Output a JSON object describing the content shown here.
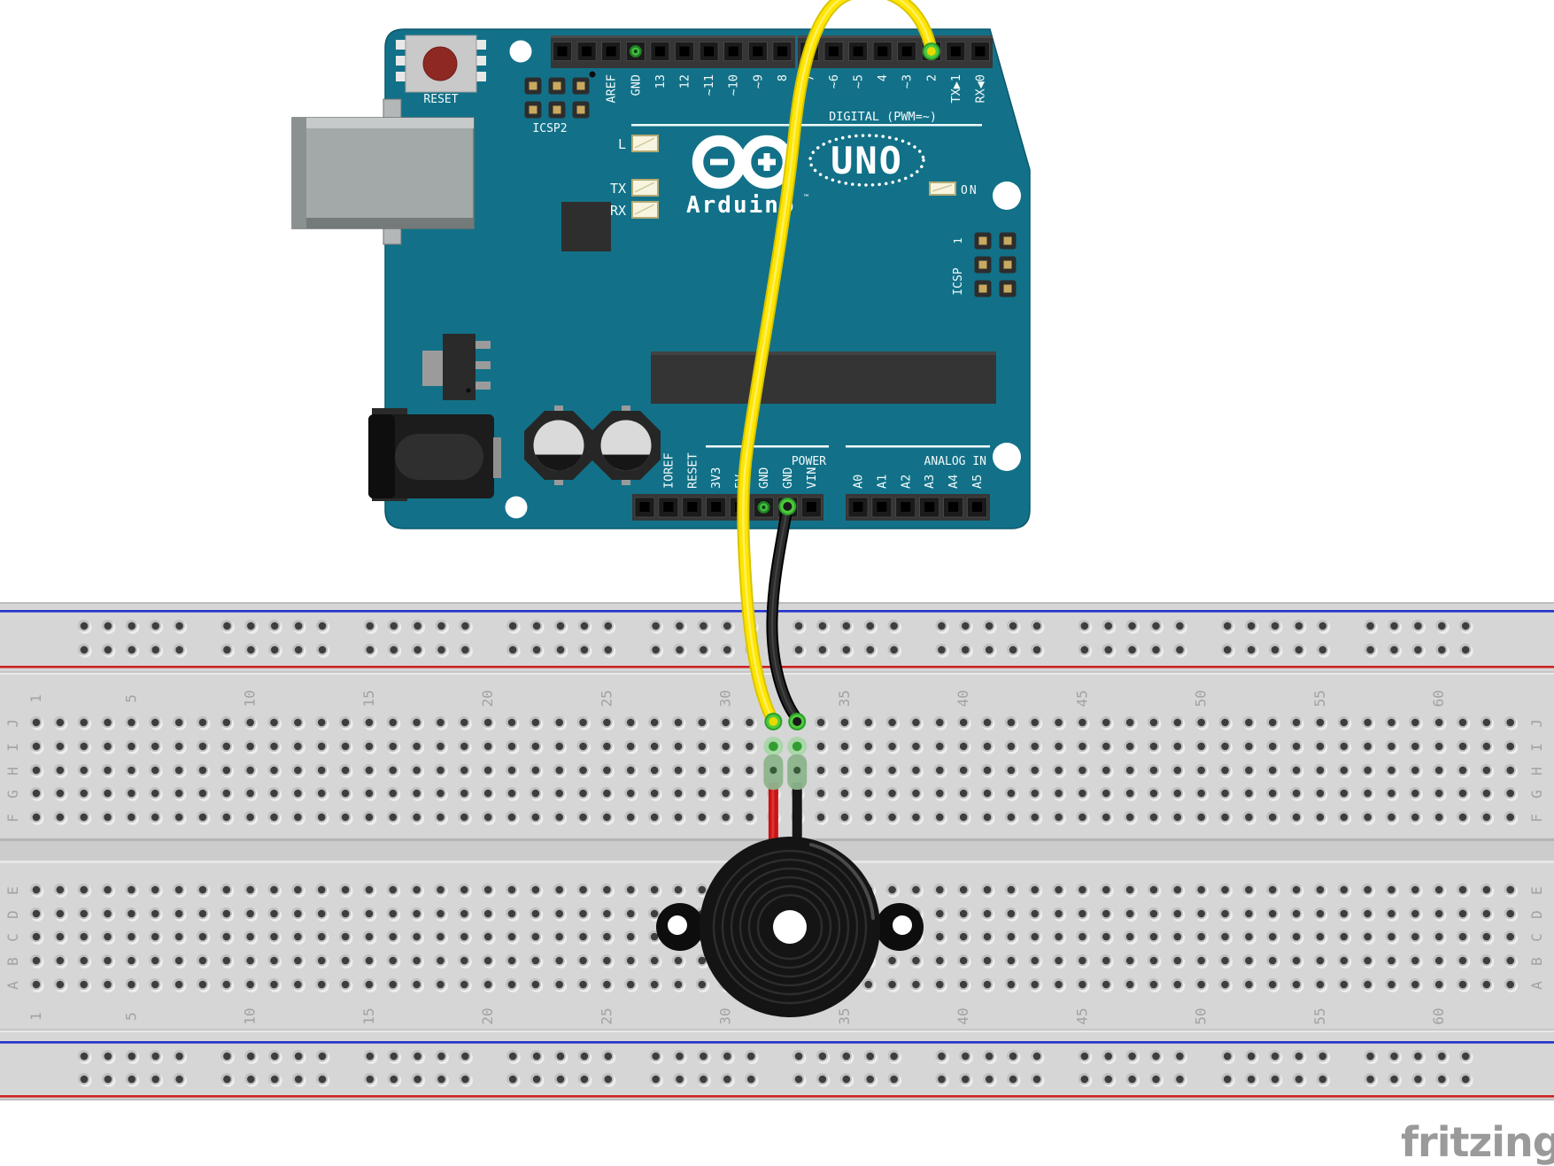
{
  "logo": "fritzing",
  "colors": {
    "board_teal": "#127188",
    "silkscreen": "#f2fafc",
    "wire_yellow": "#FFE500",
    "wire_yellow_edge": "#d8c400",
    "wire_black": "#222222",
    "wire_red": "#cc1414",
    "net_green": "#3fbf3f",
    "net_green_ring": "#2c9e2c",
    "rail_blue": "#2233cc",
    "rail_red": "#cc2222",
    "breadboard_gray": "#d6d6d6",
    "reset_red": "#8E2823"
  },
  "arduino": {
    "reset_label": "RESET",
    "icsp2_label": "ICSP2",
    "icsp_label": "ICSP",
    "icsp_pin1": "1",
    "digital_caption": "DIGITAL (PWM=~)",
    "power_caption": "POWER",
    "analog_caption": "ANALOG IN",
    "led_l": "L",
    "led_tx": "TX",
    "led_rx": "RX",
    "led_on": "ON",
    "brand": "Arduino",
    "brand_tm": "™",
    "model": "UNO",
    "digital_left_labels": [
      "",
      "",
      "AREF",
      "GND",
      "13",
      "12",
      "~11",
      "~10",
      "~9",
      "8"
    ],
    "digital_right_labels": [
      "7",
      "~6",
      "~5",
      "4",
      "~3",
      "2",
      "TX▶1",
      "RX◀0"
    ],
    "power_pin_labels": [
      "",
      "IOREF",
      "RESET",
      "3V3",
      "5V",
      "GND",
      "GND",
      "VIN"
    ],
    "analog_pin_labels": [
      "A0",
      "A1",
      "A2",
      "A3",
      "A4",
      "A5"
    ]
  },
  "breadboard": {
    "column_numbers": [
      {
        "col": 1,
        "label": "1"
      },
      {
        "col": 5,
        "label": "5"
      },
      {
        "col": 10,
        "label": "10"
      },
      {
        "col": 15,
        "label": "15"
      },
      {
        "col": 20,
        "label": "20"
      },
      {
        "col": 25,
        "label": "25"
      },
      {
        "col": 30,
        "label": "30"
      },
      {
        "col": 35,
        "label": "35"
      },
      {
        "col": 40,
        "label": "40"
      },
      {
        "col": 45,
        "label": "45"
      },
      {
        "col": 50,
        "label": "50"
      },
      {
        "col": 55,
        "label": "55"
      },
      {
        "col": 60,
        "label": "60"
      }
    ],
    "row_letters_top": [
      "J",
      "I",
      "H",
      "G",
      "F"
    ],
    "row_letters_bottom": [
      "E",
      "D",
      "C",
      "B",
      "A"
    ]
  },
  "circuit": {
    "yellow_wire_from": "digital pin 2",
    "yellow_wire_to": "breadboard J32",
    "black_wire_from": "GND",
    "black_wire_to": "breadboard J33",
    "buzzer_red_leg_column": 32,
    "buzzer_black_leg_column": 33
  }
}
